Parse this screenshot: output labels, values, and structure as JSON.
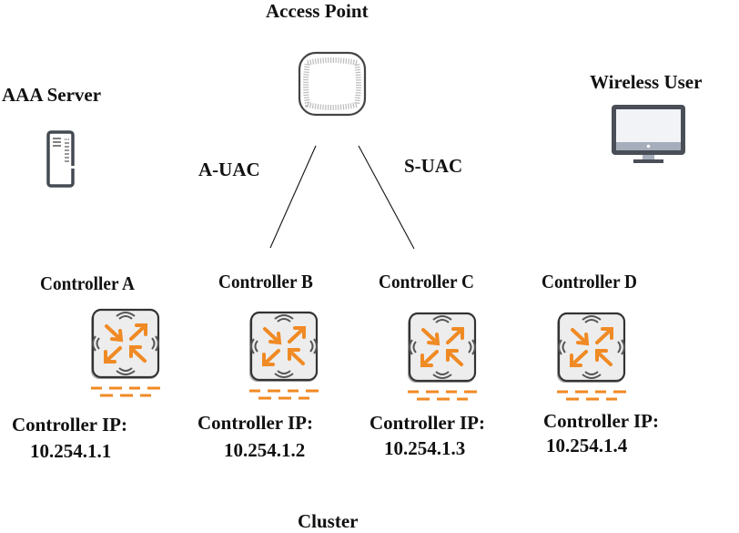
{
  "access_point": {
    "label": "Access Point",
    "icon": "access-point-icon"
  },
  "aaa_server": {
    "label": "AAA Server",
    "icon": "server-icon"
  },
  "wireless_user": {
    "label": "Wireless User",
    "icon": "monitor-icon"
  },
  "links": [
    {
      "label": "A-UAC",
      "to": "Controller B"
    },
    {
      "label": "S-UAC",
      "to": "Controller C"
    }
  ],
  "controllers": [
    {
      "name": "Controller A",
      "ip_label": "Controller IP:",
      "ip": "10.254.1.1",
      "icon": "controller-icon"
    },
    {
      "name": "Controller B",
      "ip_label": "Controller IP:",
      "ip": "10.254.1.2",
      "icon": "controller-icon"
    },
    {
      "name": "Controller C",
      "ip_label": "Controller IP:",
      "ip": "10.254.1.3",
      "icon": "controller-icon"
    },
    {
      "name": "Controller D",
      "ip_label": "Controller IP:",
      "ip": "10.254.1.4",
      "icon": "controller-icon"
    }
  ],
  "cluster": {
    "label": "Cluster"
  },
  "colors": {
    "accent_orange": "#f08a24",
    "device_gray": "#4a4f57",
    "device_fill": "#eeeeee"
  }
}
